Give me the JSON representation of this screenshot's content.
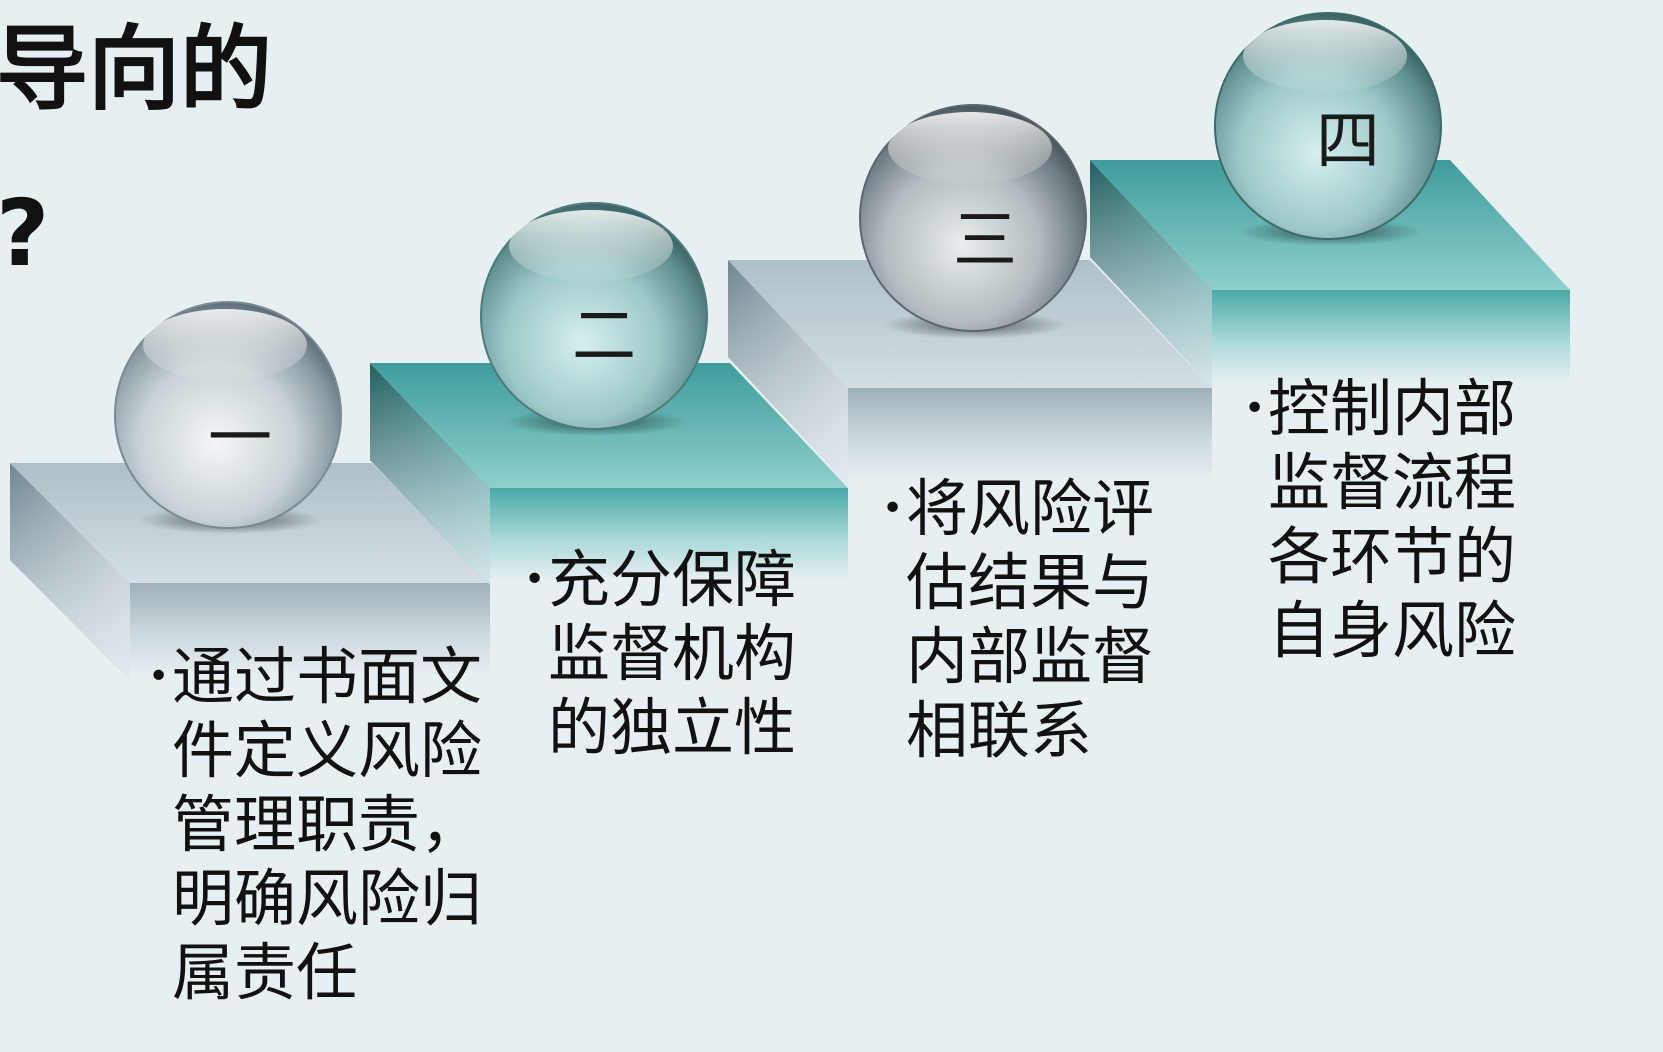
{
  "title": {
    "line1": "导向的",
    "line2": "?"
  },
  "steps": [
    {
      "number": "一",
      "text": "通过书面文件定义风险管理职责，明确风险归属责任"
    },
    {
      "number": "二",
      "text": "充分保障监督机构的独立性"
    },
    {
      "number": "三",
      "text": "将风险评估结果与内部监督相联系"
    },
    {
      "number": "四",
      "text": "控制内部监督流程各环节的自身风险"
    }
  ],
  "bullet_glyph": "•",
  "colors": {
    "background": "#e6eff2",
    "silver": "#c5d2d8",
    "teal": "#5fb4b3",
    "text": "#111111"
  }
}
